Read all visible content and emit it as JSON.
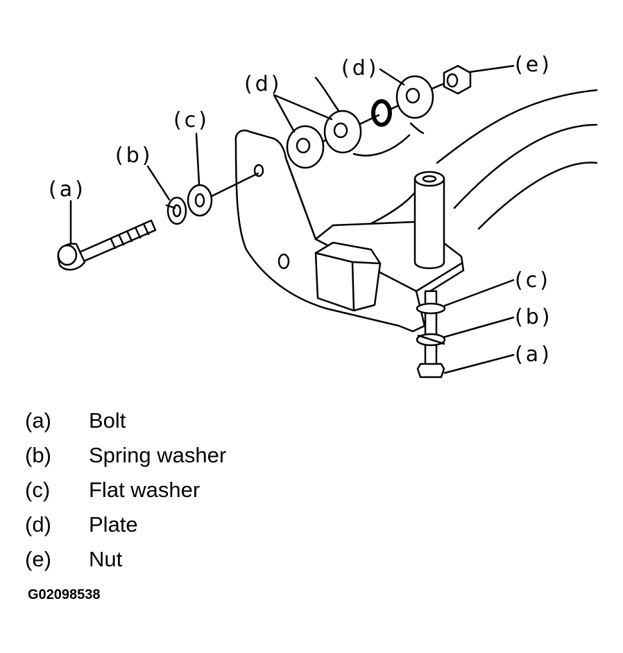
{
  "callouts": {
    "a_left": "(a)",
    "b_left": "(b)",
    "c_left": "(c)",
    "d_left": "(d)",
    "d_top": "(d)",
    "e_top": "(e)",
    "c_right": "(c)",
    "b_right": "(b)",
    "a_right": "(a)"
  },
  "legend": [
    {
      "key": "(a)",
      "label": "Bolt"
    },
    {
      "key": "(b)",
      "label": "Spring washer"
    },
    {
      "key": "(c)",
      "label": "Flat washer"
    },
    {
      "key": "(d)",
      "label": "Plate"
    },
    {
      "key": "(e)",
      "label": "Nut"
    }
  ],
  "figure_id": "G02098538"
}
